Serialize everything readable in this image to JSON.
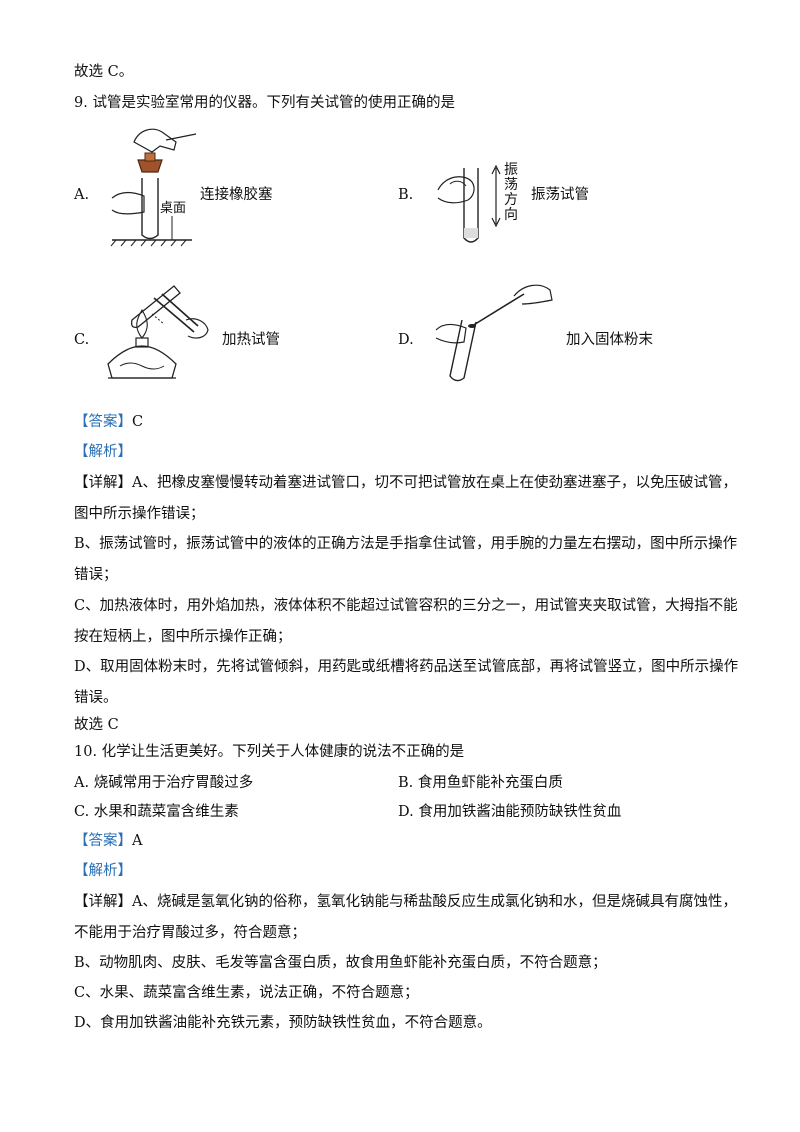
{
  "q8_conclusion": "故选 C。",
  "q9": {
    "stem": "9. 试管是实验室常用的仪器。下列有关试管的使用正确的是",
    "options": [
      {
        "letter": "A.",
        "caption": "连接橡胶塞",
        "fig_text": "桌面"
      },
      {
        "letter": "B.",
        "caption": "振荡试管",
        "fig_text": [
          "振",
          "荡",
          "方",
          "向"
        ]
      },
      {
        "letter": "C.",
        "caption": "加热试管"
      },
      {
        "letter": "D.",
        "caption": "加入固体粉末"
      }
    ],
    "answer_tag": "【答案】",
    "answer": "C",
    "analysis_tag": "【解析】",
    "detail_tag": "【详解】",
    "detail_lines": [
      "A、把橡皮塞慢慢转动着塞进试管口，切不可把试管放在桌上在使劲塞进塞子，以免压破试管，",
      "图中所示操作错误；",
      "B、振荡试管时，振荡试管中的液体的正确方法是手指拿住试管，用手腕的力量左右摆动，图中所示操作",
      "错误；",
      "C、加热液体时，用外焰加热，液体体积不能超过试管容积的三分之一，用试管夹夹取试管，大拇指不能",
      "按在短柄上，图中所示操作正确；",
      "D、取用固体粉末时，先将试管倾斜，用药匙或纸槽将药品送至试管底部，再将试管竖立，图中所示操作",
      "错误。"
    ],
    "conclusion": "故选 C"
  },
  "q10": {
    "stem": "10. 化学让生活更美好。下列关于人体健康的说法不正确的是",
    "options": [
      "A. 烧碱常用于治疗胃酸过多",
      "B. 食用鱼虾能补充蛋白质",
      "C. 水果和蔬菜富含维生素",
      "D. 食用加铁酱油能预防缺铁性贫血"
    ],
    "answer_tag": "【答案】",
    "answer": "A",
    "analysis_tag": "【解析】",
    "detail_tag": "【详解】",
    "detail_lines": [
      "A、烧碱是氢氧化钠的俗称，氢氧化钠能与稀盐酸反应生成氯化钠和水，但是烧碱具有腐蚀性，",
      "不能用于治疗胃酸过多，符合题意；",
      "B、动物肌肉、皮肤、毛发等富含蛋白质，故食用鱼虾能补充蛋白质，不符合题意；",
      "C、水果、蔬菜富含维生素，说法正确，不符合题意；",
      "D、食用加铁酱油能补充铁元素，预防缺铁性贫血，不符合题意。"
    ]
  }
}
